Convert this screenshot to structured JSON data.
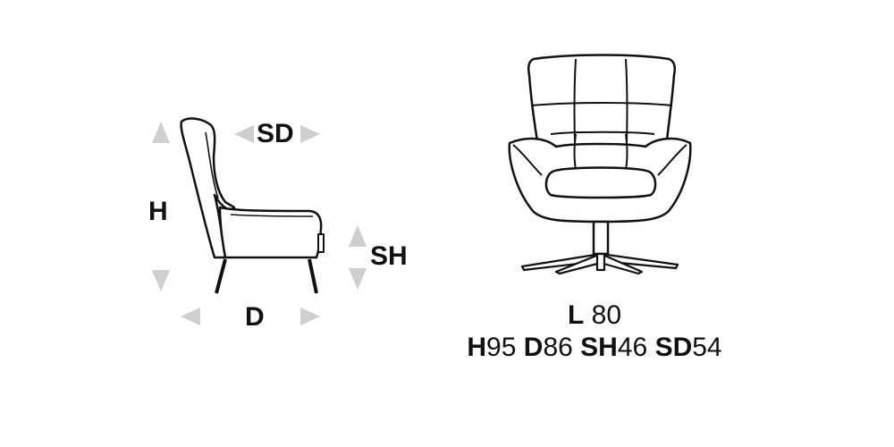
{
  "side_view": {
    "label_h": "H",
    "label_sd": "SD",
    "label_sh": "SH",
    "label_d": "D"
  },
  "dimensions": {
    "line1": {
      "l_key": "L",
      "l_val": "80"
    },
    "line2": [
      {
        "key": "H",
        "val": "95"
      },
      {
        "key": "D",
        "val": "86"
      },
      {
        "key": "SH",
        "val": "46"
      },
      {
        "key": "SD",
        "val": "54"
      }
    ]
  },
  "colors": {
    "arrow": "#cfcfcf",
    "stroke": "#111111"
  }
}
